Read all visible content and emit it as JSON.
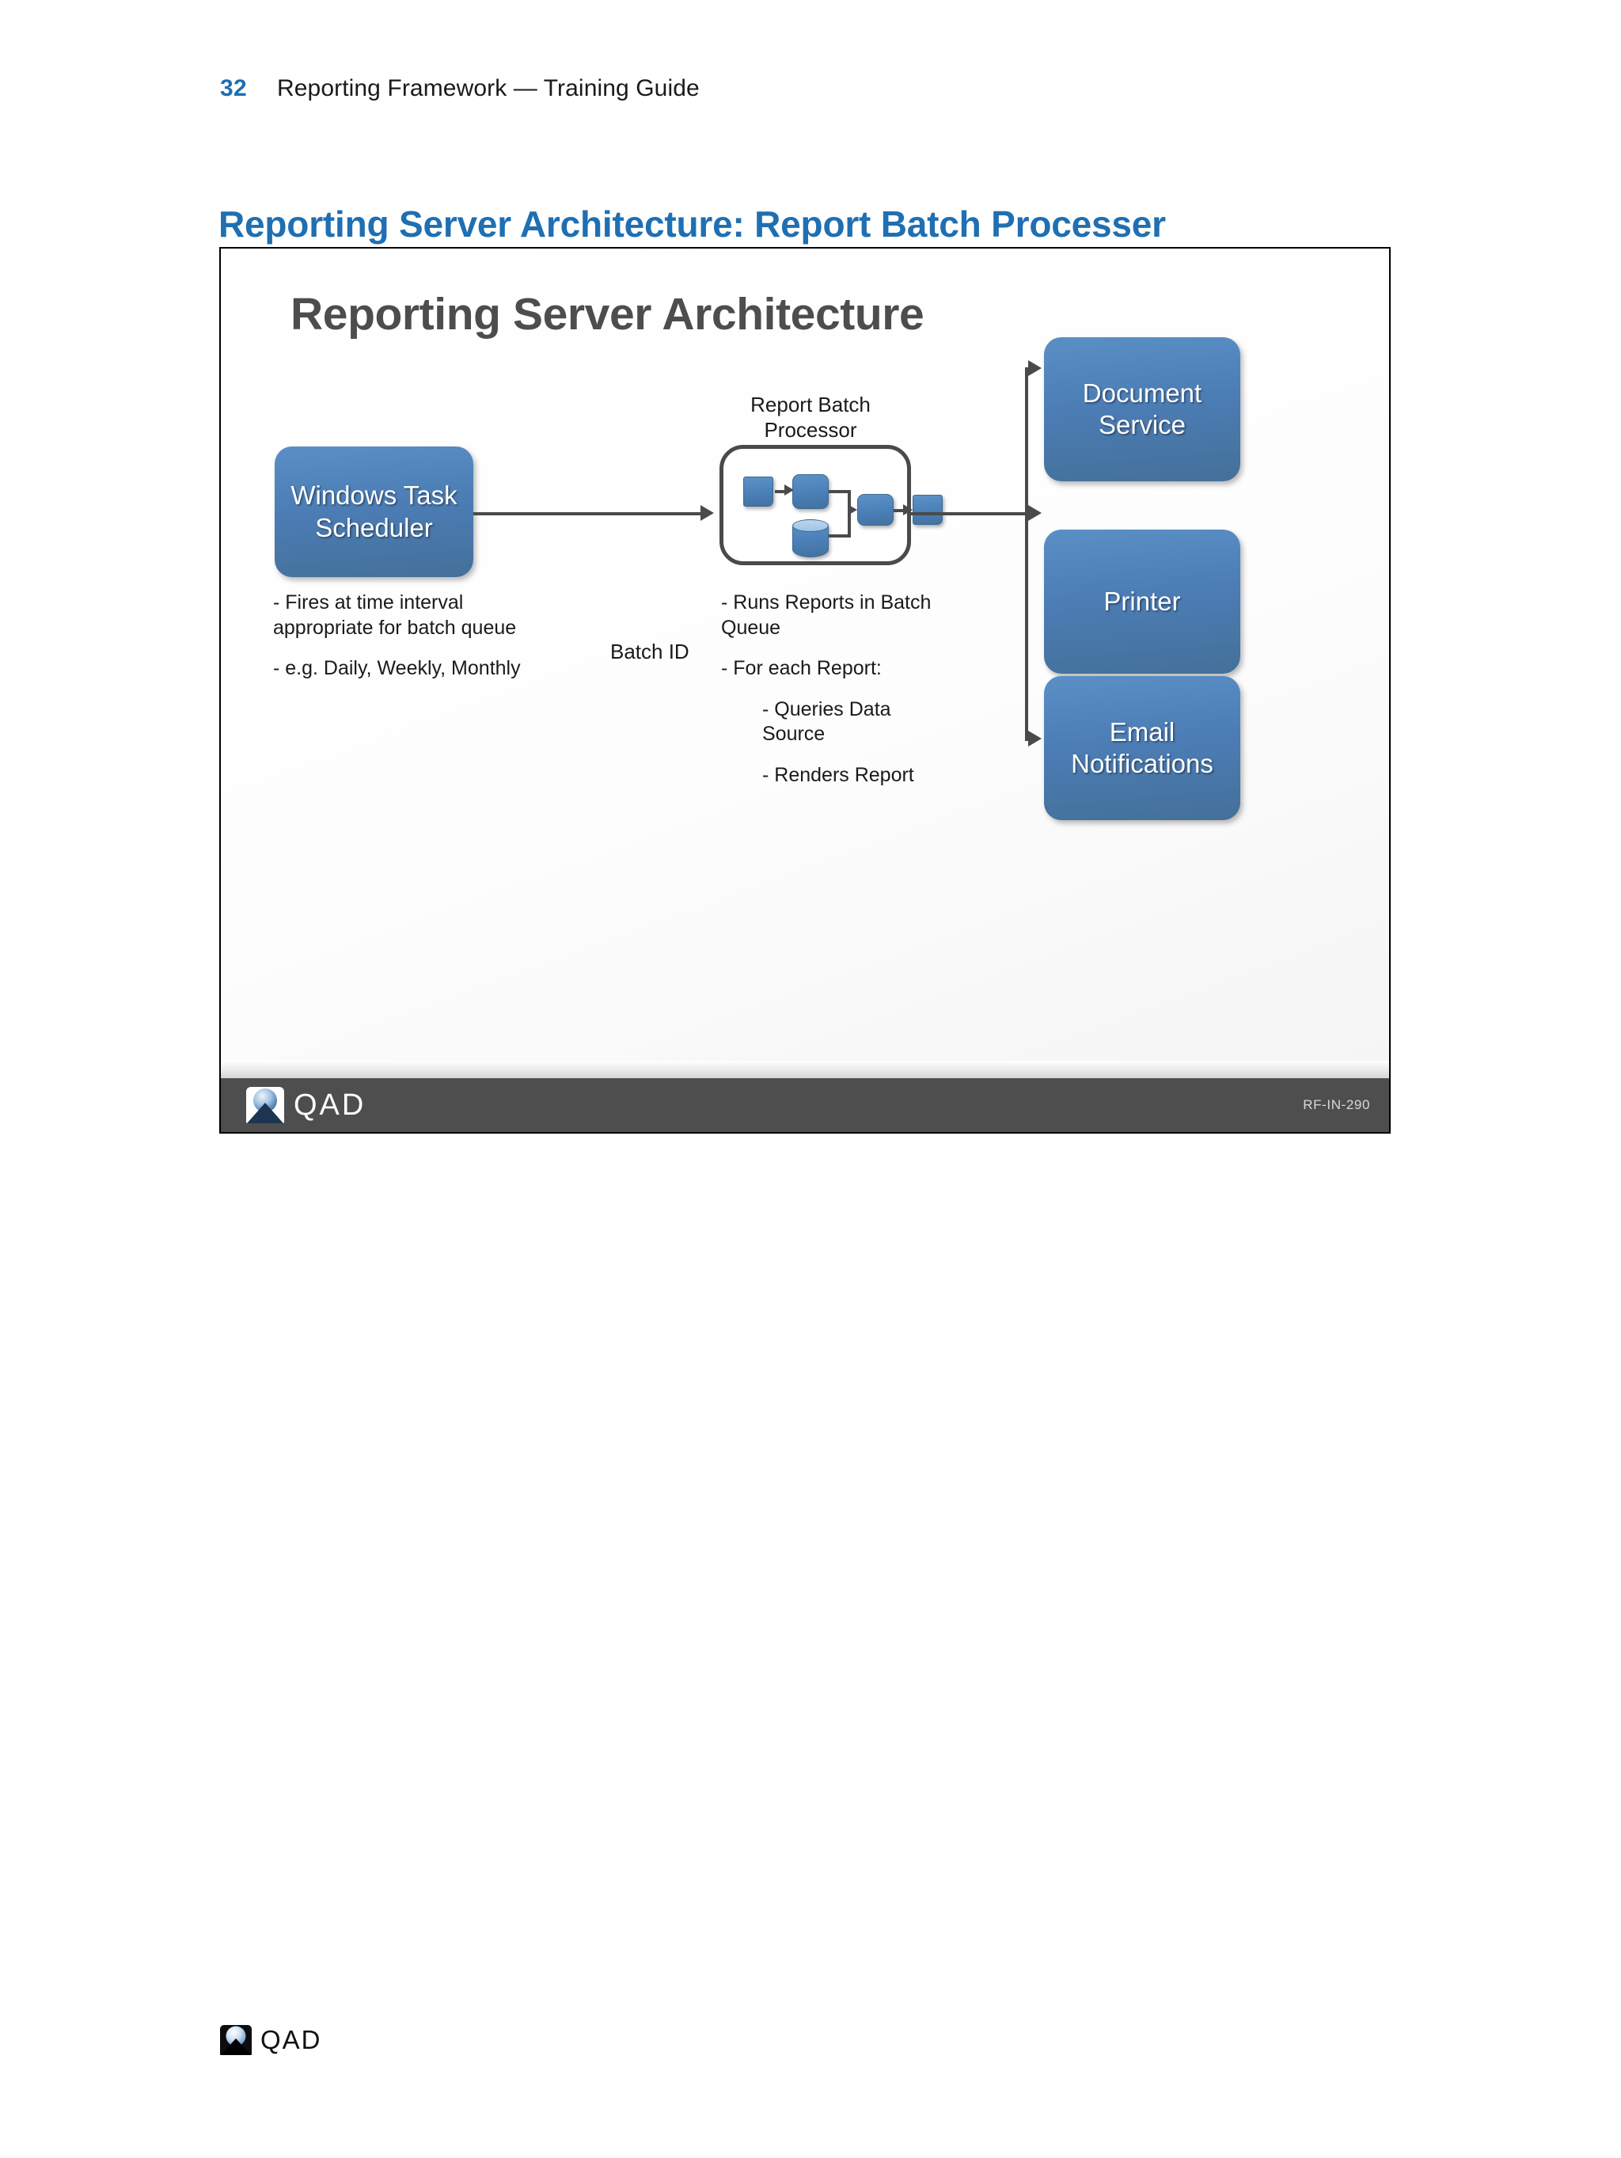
{
  "page": {
    "number": "32",
    "running_head": "Reporting Framework — Training Guide",
    "section_heading": "Reporting Server Architecture: Report Batch Processer",
    "footer_logo_text": "QAD"
  },
  "slide": {
    "title": "Reporting Server Architecture",
    "code": "RF-IN-290",
    "footer_logo_text": "QAD",
    "nodes": {
      "scheduler": "Windows Task Scheduler",
      "document_service": "Document Service",
      "printer": "Printer",
      "email_notifications": "Email Notifications",
      "report_batch_processor": "Report Batch Processor"
    },
    "edge_labels": {
      "batch_id": "Batch ID"
    },
    "scheduler_bullets": [
      "- Fires at time interval appropriate for batch queue",
      "- e.g. Daily, Weekly, Monthly"
    ],
    "processor_bullets": [
      "- Runs Reports in Batch Queue",
      "- For each Report:",
      "- Queries Data Source",
      "- Renders Report"
    ]
  }
}
